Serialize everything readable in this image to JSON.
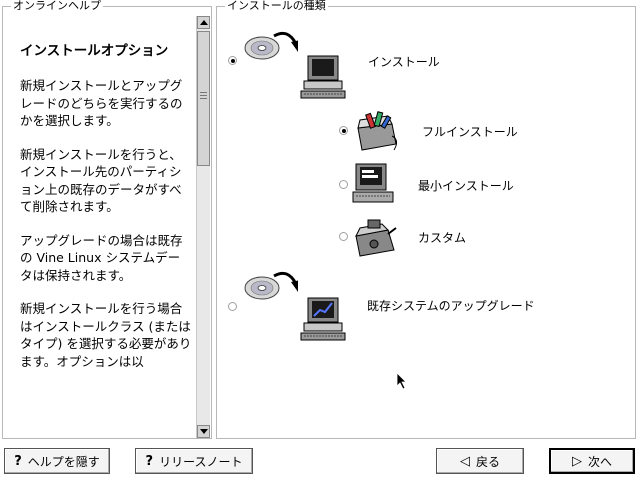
{
  "help": {
    "title": "オンラインヘルプ",
    "heading": "インストールオプション",
    "paragraphs": [
      "新規インストールとアップグレードのどちらを実行するのかを選択します。",
      "新規インストールを行うと、インストール先のパーティション上の既存のデータがすべて削除されます。",
      "アップグレードの場合は既存の Vine Linux システムデータは保持されます。",
      "新規インストールを行う場合はインストールクラス (またはタイプ) を選択する必要があります。オプションは以"
    ]
  },
  "options": {
    "title": "インストールの種類",
    "install": {
      "label": "インストール",
      "checked": true
    },
    "full_install": {
      "label": "フルインストール",
      "checked": true
    },
    "minimal_install": {
      "label": "最小インストール",
      "checked": false
    },
    "custom": {
      "label": "カスタム",
      "checked": false
    },
    "upgrade": {
      "label": "既存システムのアップグレード",
      "checked": false
    }
  },
  "buttons": {
    "hide_help": "ヘルプを隠す",
    "release_notes": "リリースノート",
    "back": "戻る",
    "next": "次へ"
  },
  "icons": {
    "help": "question-mark-icon",
    "back": "left-triangle-icon",
    "next": "right-triangle-icon",
    "install": "cd-to-computer-icon",
    "upgrade": "cd-to-computer-upgrade-icon",
    "full": "toolbox-icon",
    "minimal": "small-computer-icon",
    "custom": "custom-tools-icon"
  }
}
